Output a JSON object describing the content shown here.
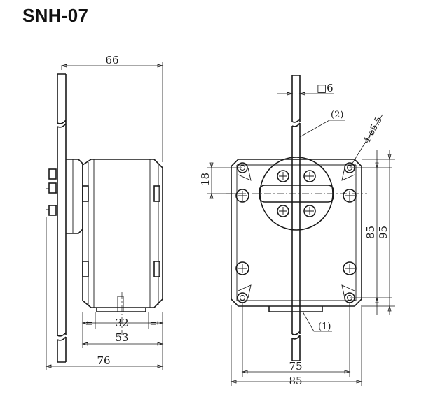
{
  "title": "SNH-07",
  "side_view": {
    "dim_top_width": "66",
    "dim_inner_width": "32",
    "dim_inner_width_sym_left": "=",
    "dim_inner_width_sym_right": "=",
    "dim_body_width": "53",
    "dim_overall_width": "76"
  },
  "front_view": {
    "shaft_square": "□6",
    "callout_lever": "(2)",
    "callout_holes": "4-ø5.5",
    "callout_base": "(1)",
    "dim_offset_height": "18",
    "dim_hole_pitch_height": "85",
    "dim_overall_height": "95",
    "dim_hole_pitch_width": "75",
    "dim_overall_width": "85"
  },
  "colors": {
    "ink": "#1a1a1a",
    "background": "#ffffff"
  }
}
